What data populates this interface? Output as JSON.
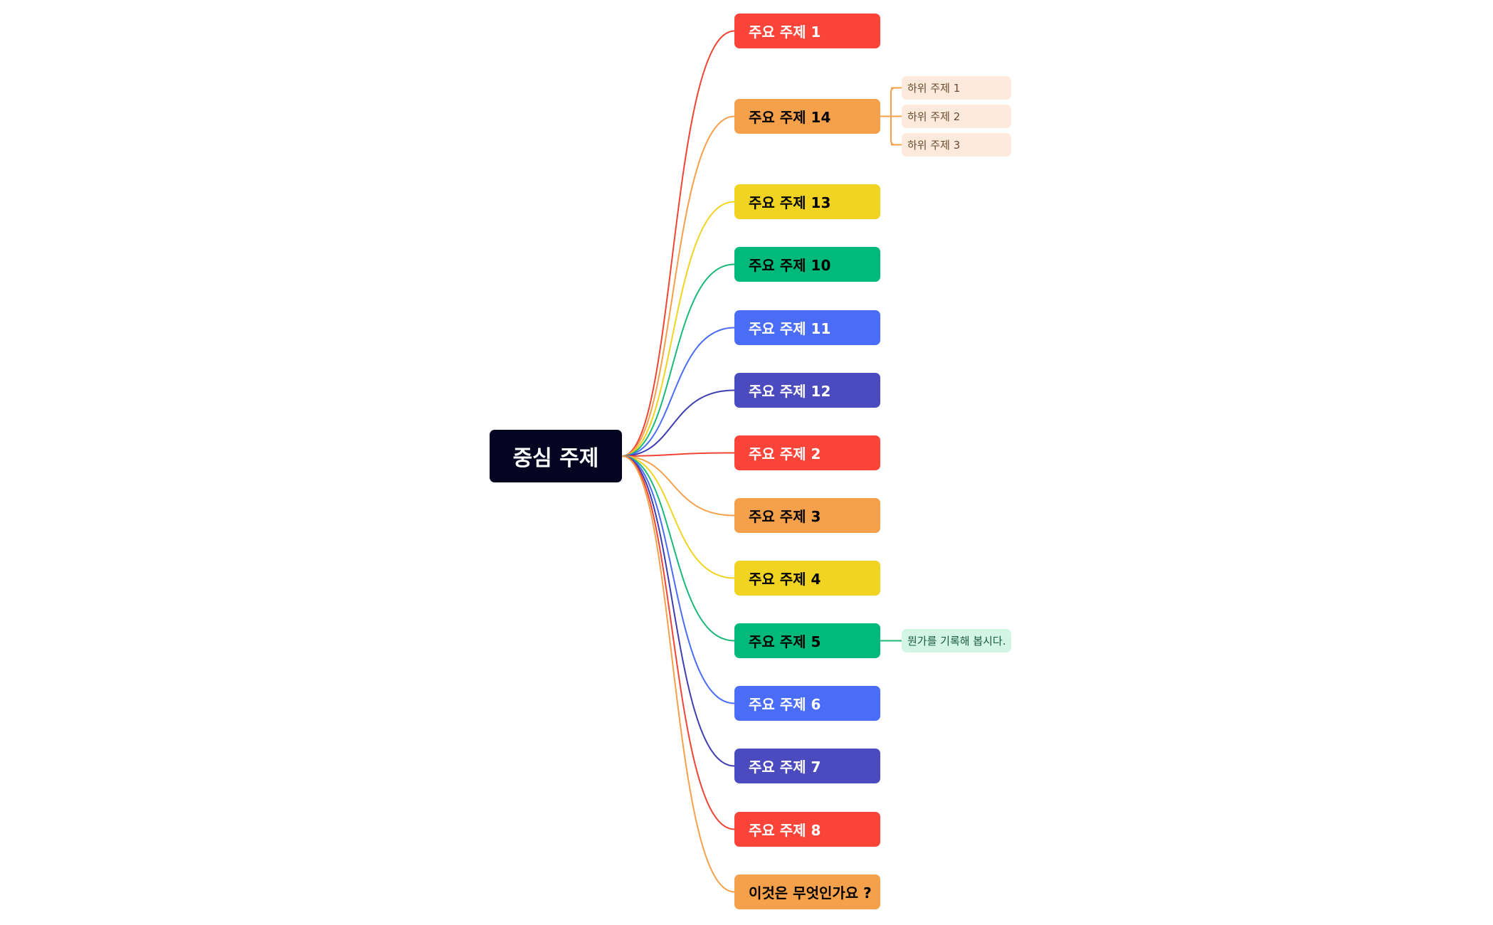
{
  "colors": {
    "background": "#ffffff",
    "red": "#fb4439",
    "orange": "#f5a04a",
    "yellow": "#f0d421",
    "green": "#00b97a",
    "blue": "#4a6cf7",
    "indigo": "#4b4bbf",
    "central_bg": "#050522"
  },
  "central": {
    "label": "중심 주제",
    "bg": "#050522",
    "text": "#ffffff"
  },
  "topics": [
    {
      "id": "topic-1",
      "label": "주요 주제 1",
      "bg": "#fb4439",
      "line": "#f04535",
      "text": "#ffffff",
      "children": []
    },
    {
      "id": "topic-14",
      "label": "주요 주제 14",
      "bg": "#f5a04a",
      "line": "#f5a04a",
      "text": "#000000",
      "children": [
        {
          "label": "하위 주제 1",
          "bg": "#fdeadc",
          "text": "#6a4a30"
        },
        {
          "label": "하위 주제 2",
          "bg": "#fdeadc",
          "text": "#6a4a30"
        },
        {
          "label": "하위 주제 3",
          "bg": "#fdeadc",
          "text": "#6a4a30"
        }
      ]
    },
    {
      "id": "topic-13",
      "label": "주요 주제 13",
      "bg": "#f0d421",
      "line": "#f0d421",
      "text": "#000000",
      "children": []
    },
    {
      "id": "topic-10",
      "label": "주요 주제 10",
      "bg": "#00b97a",
      "line": "#1ab97a",
      "text": "#000000",
      "children": []
    },
    {
      "id": "topic-11",
      "label": "주요 주제 11",
      "bg": "#4a6cf7",
      "line": "#4a6cf7",
      "text": "#ffffff",
      "children": []
    },
    {
      "id": "topic-12",
      "label": "주요 주제 12",
      "bg": "#4b4bbf",
      "line": "#3e3eb0",
      "text": "#ffffff",
      "children": []
    },
    {
      "id": "topic-2",
      "label": "주요 주제 2",
      "bg": "#fb4439",
      "line": "#f04535",
      "text": "#ffffff",
      "children": []
    },
    {
      "id": "topic-3",
      "label": "주요 주제 3",
      "bg": "#f5a04a",
      "line": "#f5a04a",
      "text": "#000000",
      "children": []
    },
    {
      "id": "topic-4",
      "label": "주요 주제 4",
      "bg": "#f0d421",
      "line": "#f0d421",
      "text": "#000000",
      "children": []
    },
    {
      "id": "topic-5",
      "label": "주요 주제 5",
      "bg": "#00b97a",
      "line": "#1ab97a",
      "text": "#000000",
      "children": [
        {
          "label": "뭔가를 기록해 봅시다.",
          "bg": "#d3f5e6",
          "text": "#1a5a40"
        }
      ]
    },
    {
      "id": "topic-6",
      "label": "주요 주제 6",
      "bg": "#4a6cf7",
      "line": "#4a6cf7",
      "text": "#ffffff",
      "children": []
    },
    {
      "id": "topic-7",
      "label": "주요 주제 7",
      "bg": "#4b4bbf",
      "line": "#3e3eb0",
      "text": "#ffffff",
      "children": []
    },
    {
      "id": "topic-8",
      "label": "주요 주제 8",
      "bg": "#fb4439",
      "line": "#f04535",
      "text": "#ffffff",
      "children": []
    },
    {
      "id": "topic-question",
      "label": "이것은 무엇인가요 ?",
      "bg": "#f5a04a",
      "line": "#f5a04a",
      "text": "#000000",
      "children": []
    }
  ]
}
